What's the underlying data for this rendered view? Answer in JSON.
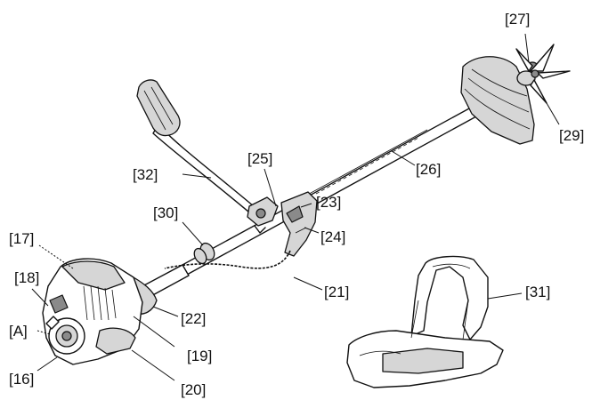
{
  "callouts": {
    "c16": "[16]",
    "c17": "[17]",
    "c18": "[18]",
    "cA": "[A]",
    "c19": "[19]",
    "c20": "[20]",
    "c21": "[21]",
    "c22": "[22]",
    "c23": "[23]",
    "c24": "[24]",
    "c25": "[25]",
    "c26": "[26]",
    "c27": "[27]",
    "c29": "[29]",
    "c30": "[30]",
    "c31": "[31]",
    "c32": "[32]"
  },
  "colors": {
    "line": "#111111",
    "body_fill": "#ffffff",
    "shade": "#d6d6d6",
    "dark": "#8a8a8a"
  }
}
